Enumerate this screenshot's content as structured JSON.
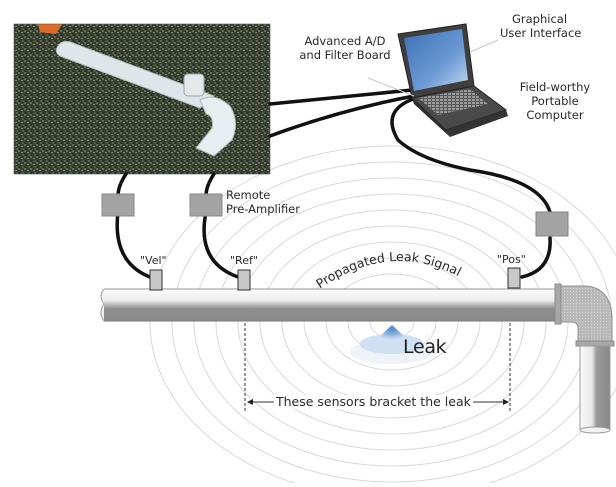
{
  "diagram": {
    "title": "Leak detection system overview",
    "labels": {
      "ad_board": [
        "Advanced A/D",
        "and Filter Board"
      ],
      "gui": [
        "Graphical",
        "User Interface"
      ],
      "computer": [
        "Field-worthy",
        "Portable",
        "Computer"
      ],
      "preamp": [
        "Remote",
        "Pre-Amplifier"
      ],
      "signal": "Propagated Leak Signal",
      "leak": "Leak",
      "bracket": "These sensors bracket the leak"
    },
    "sensors": [
      {
        "id": "vel",
        "label": "\"Vel\""
      },
      {
        "id": "ref",
        "label": "\"Ref\""
      },
      {
        "id": "pos",
        "label": "\"Pos\""
      }
    ],
    "photo": {
      "description": "Field photo of pipe with sensor on gravel"
    },
    "colors": {
      "pipe_top": "#f2f2f2",
      "pipe_bottom": "#8c8c8c",
      "pipe_outline": "#9a9a9a",
      "elbow": "#b8b8b8",
      "preamp_box": "#a3a3a3",
      "sensor_body": "#c8c8c8",
      "cable": "#111111",
      "ripple": "#d9d9d9",
      "leak_blue": "#5b8fcf",
      "leak_blue_light": "#a9c6e8",
      "screen_blue": "#4a7fc4",
      "laptop_body": "#4d4d4d",
      "photo_dark": "#2e3a30",
      "photo_pipe": "#dfe6ea",
      "photo_accent": "#e06a2a"
    }
  }
}
